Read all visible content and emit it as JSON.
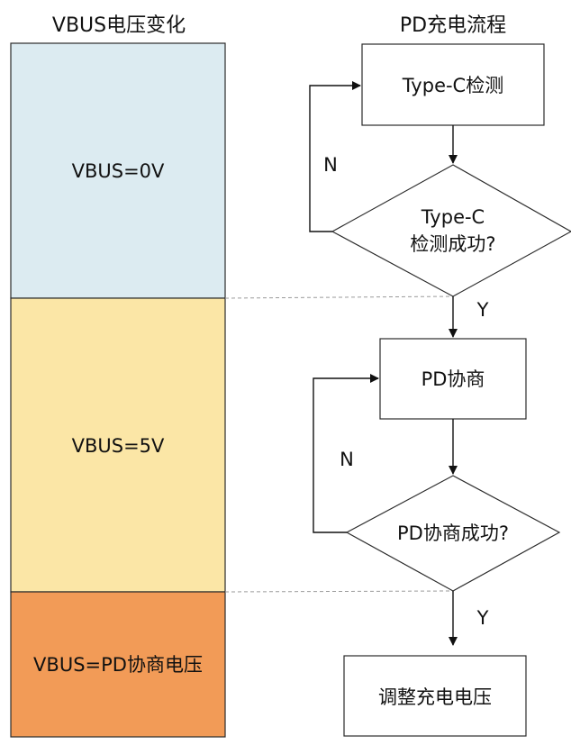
{
  "left_title": "VBUS电压变化",
  "right_title": "PD充电流程",
  "bands": [
    {
      "label": "VBUS=0V",
      "color": "#dcebf1"
    },
    {
      "label": "VBUS=5V",
      "color": "#fbe6a6"
    },
    {
      "label": "VBUS=PD协商电压",
      "color": "#f29b57"
    }
  ],
  "flow": {
    "step1": "Type-C检测",
    "decision1_line1": "Type-C",
    "decision1_line2": "检测成功?",
    "step2": "PD协商",
    "decision2": "PD协商成功?",
    "step3": "调整充电电压",
    "no_label": "N",
    "yes_label": "Y"
  },
  "colors": {
    "border": "#2b2b2b",
    "dashed": "#9a9a9a"
  }
}
